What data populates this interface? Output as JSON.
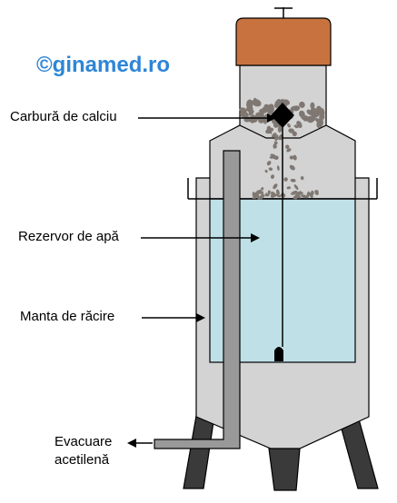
{
  "watermark": "©ginamed.ro",
  "labels": {
    "carbide": "Carbură de calciu",
    "water": "Rezervor de apă",
    "cooling": "Manta de răcire",
    "outlet_line1": "Evacuare",
    "outlet_line2": "acetilenă"
  },
  "colors": {
    "lid": "#c8733f",
    "body": "#d3d3d3",
    "water": "#bfe0e7",
    "legs": "#3a3a3a",
    "pipe": "#999999",
    "stones": "#7f7772",
    "outline": "#000000"
  }
}
